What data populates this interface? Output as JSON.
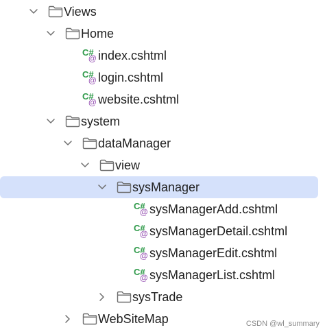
{
  "tree": {
    "items": [
      {
        "label": "Views",
        "kind": "folder",
        "depth": 0,
        "expanded": true
      },
      {
        "label": "Home",
        "kind": "folder",
        "depth": 1,
        "expanded": true
      },
      {
        "label": "index.cshtml",
        "kind": "csharp-file",
        "depth": 2
      },
      {
        "label": "login.cshtml",
        "kind": "csharp-file",
        "depth": 2
      },
      {
        "label": "website.cshtml",
        "kind": "csharp-file",
        "depth": 2
      },
      {
        "label": "system",
        "kind": "folder",
        "depth": 1,
        "expanded": true
      },
      {
        "label": "dataManager",
        "kind": "folder",
        "depth": 2,
        "expanded": true
      },
      {
        "label": "view",
        "kind": "folder",
        "depth": 3,
        "expanded": true
      },
      {
        "label": "sysManager",
        "kind": "folder",
        "depth": 4,
        "expanded": true,
        "selected": true
      },
      {
        "label": "sysManagerAdd.cshtml",
        "kind": "csharp-file",
        "depth": 5
      },
      {
        "label": "sysManagerDetail.cshtml",
        "kind": "csharp-file",
        "depth": 5
      },
      {
        "label": "sysManagerEdit.cshtml",
        "kind": "csharp-file",
        "depth": 5
      },
      {
        "label": "sysManagerList.cshtml",
        "kind": "csharp-file",
        "depth": 5
      },
      {
        "label": "sysTrade",
        "kind": "folder",
        "depth": 4,
        "expanded": false
      },
      {
        "label": "WebSiteMap",
        "kind": "folder",
        "depth": 2,
        "expanded": false
      }
    ],
    "csharp_icon": {
      "glyph": "C#",
      "badge": "@"
    }
  },
  "icons": {
    "folder": "folder-icon",
    "csharp-file": "csharp-file-icon",
    "expanded": "chevron-down-icon",
    "collapsed": "chevron-right-icon"
  },
  "colors": {
    "selection": "#d5e1fb",
    "csharp_green": "#2f9a4a",
    "razor_purple": "#9b59b6",
    "text": "#1f1f1f",
    "icon_stroke": "#6e6e6e"
  },
  "watermark": "CSDN @wl_summary"
}
